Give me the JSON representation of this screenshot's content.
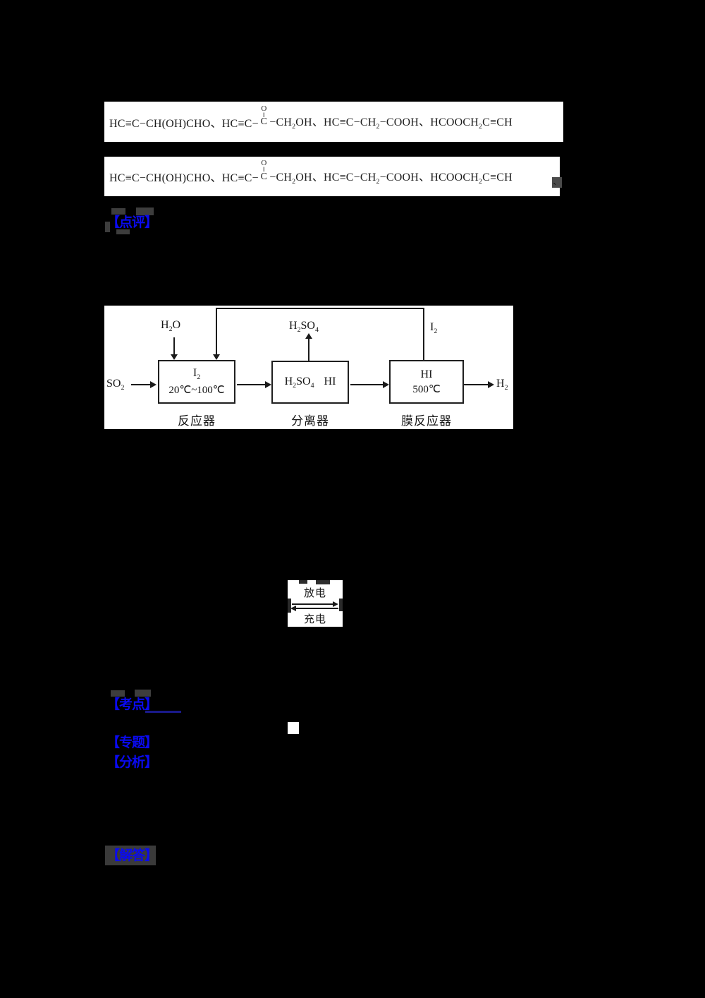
{
  "formulas": {
    "line1": {
      "pre": "HC≡C−CH(OH)CHO、HC≡C−",
      "carbonyl": {
        "o": "O",
        "bond": "‖",
        "c": "C"
      },
      "post": "−CH₂OH、HC≡C−CH₂−COOH、HCOOCH₂C≡CH"
    },
    "line2": {
      "pre": "HC≡C−CH(OH)CHO、HC≡C−",
      "carbonyl": {
        "o": "O",
        "bond": "‖",
        "c": "C"
      },
      "post": "−CH₂OH、HC≡C−CH₂−COOH、HCOOCH₂C≡CH",
      "tail": "、"
    }
  },
  "sections": {
    "dianping": "【点评】",
    "kaodian": "【考点】",
    "zhuanti": "【专题】",
    "fenxi": "【分析】",
    "jieda": "【解答】"
  },
  "diagram": {
    "input_so2": "SO₂",
    "input_h2o": "H₂O",
    "out_h2so4": "H₂SO₄",
    "return_i2": "I₂",
    "out_h2": "H₂",
    "reactor": {
      "line1": "I₂",
      "line2": "20℃~100℃",
      "caption": "反应器"
    },
    "separator": {
      "part1": "H₂SO₄",
      "part2": "HI",
      "caption": "分离器"
    },
    "membrane": {
      "line1": "HI",
      "line2": "500℃",
      "caption": "膜反应器"
    }
  },
  "battery": {
    "discharge": "放电",
    "charge": "充电"
  },
  "colors": {
    "page_bg": "#000000",
    "strip_bg": "#FFFFFF",
    "text_dark": "#1C1C1C",
    "accent_blue": "#0A0AF0",
    "link_navy": "#1A1A8C",
    "fragment_gray": "#3D3D3D"
  }
}
